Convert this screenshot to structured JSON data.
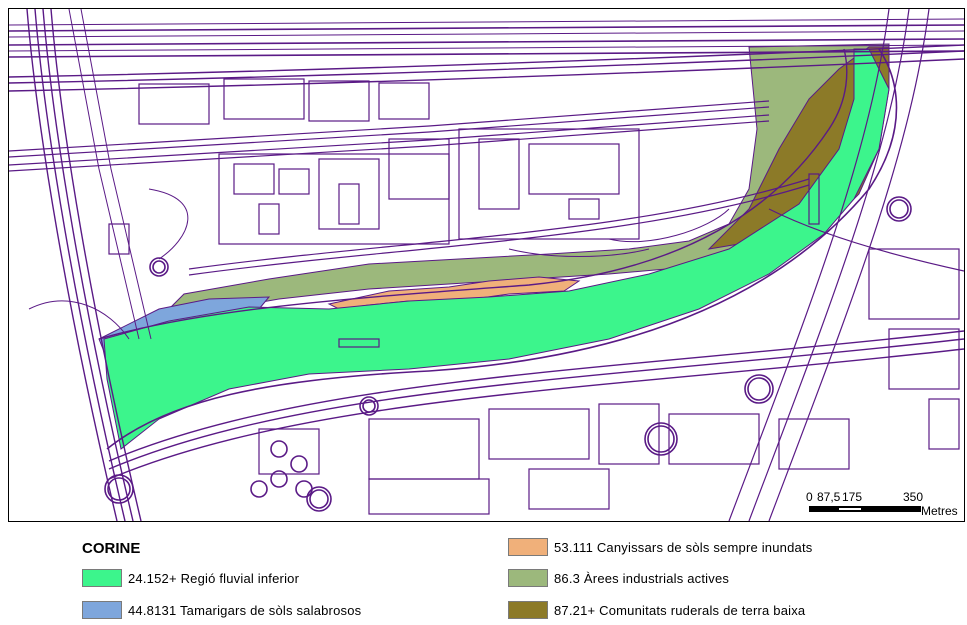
{
  "scale_bar": {
    "ticks": [
      "0",
      "87,5",
      "175",
      "350"
    ],
    "unit": "Metres"
  },
  "legend": {
    "title": "CORINE",
    "items": [
      {
        "label": "24.152+ Regió fluvial inferior",
        "color": "#3cf58c"
      },
      {
        "label": "44.8131 Tamarigars de sòls salabrosos",
        "color": "#7ea6dc"
      },
      {
        "label": "53.111 Canyissars de sòls sempre inundats",
        "color": "#f0b07a"
      },
      {
        "label": "86.3 Àrees industrials actives",
        "color": "#9cb87c"
      },
      {
        "label": "87.21+ Comunitats ruderals de terra baixa",
        "color": "#8c7a28"
      }
    ]
  },
  "colors": {
    "linework": "#5a1a86"
  }
}
